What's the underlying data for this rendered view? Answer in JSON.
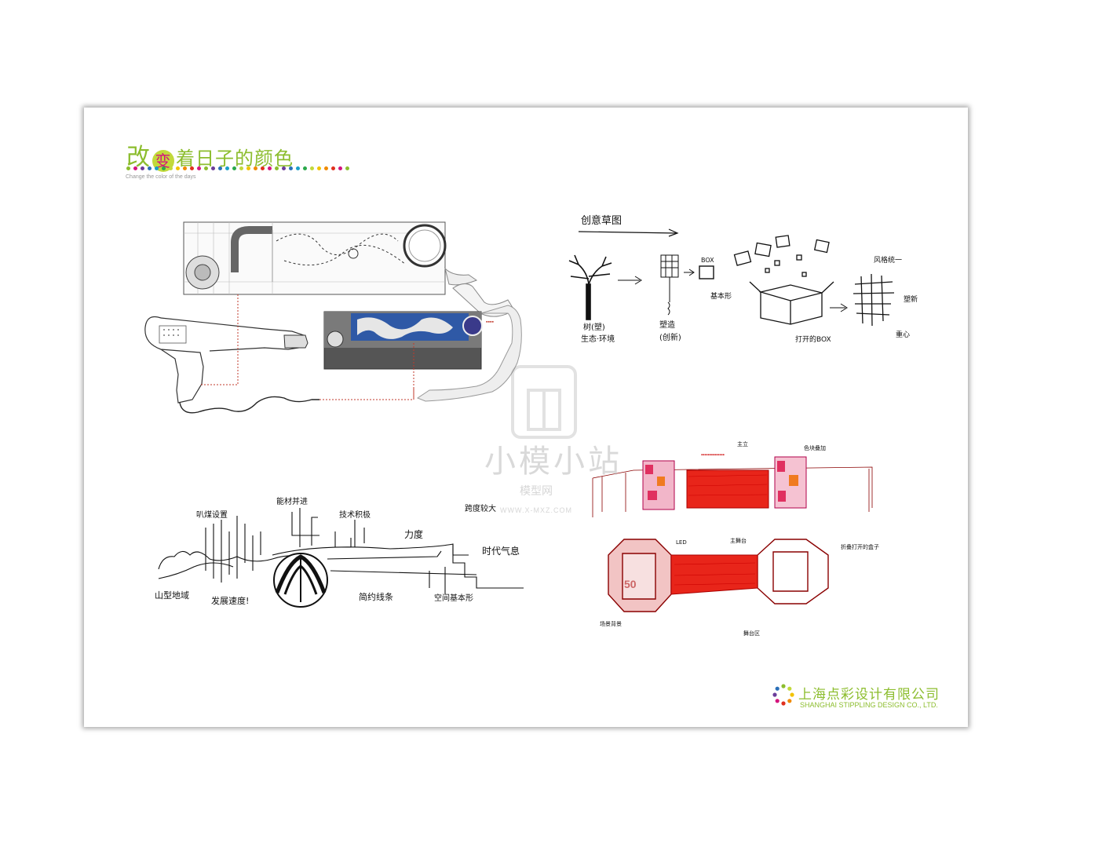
{
  "brand": {
    "title_first": "改",
    "title_ring": "变",
    "title_rest": "着日子的颜色",
    "subtitle": "Change the color of the days",
    "dot_colors": [
      "#8cbd2e",
      "#d4147c",
      "#6a3d9a",
      "#2a6fb8",
      "#19a0c8",
      "#2aa84a",
      "#c2d93b",
      "#f2c300",
      "#f08a00",
      "#e0301e",
      "#d4147c",
      "#8cbd2e",
      "#6a3d9a",
      "#2a6fb8",
      "#19a0c8",
      "#2aa84a",
      "#c2d93b",
      "#f2c300",
      "#f08a00",
      "#e0301e",
      "#d4147c",
      "#8cbd2e",
      "#6a3d9a",
      "#2a6fb8",
      "#19a0c8",
      "#2aa84a",
      "#c2d93b",
      "#f2c300",
      "#f08a00",
      "#e0301e",
      "#d4147c",
      "#8cbd2e"
    ]
  },
  "company": {
    "name_cn": "上海点彩设计有限公司",
    "name_en": "SHANGHAI STIPPLING DESIGN CO., LTD."
  },
  "concept_sketch": {
    "heading": "创意草图",
    "tree_label": "树(塑)",
    "tree_sub": "生态·环境",
    "shape_label": "塑造",
    "shape_sub": "(创新)",
    "box_label": "BOX",
    "basic_form": "基本形",
    "open_box": "打开的BOX",
    "style_unify": "风格统一",
    "new_form": "塑新",
    "center": "重心"
  },
  "line_sketch": {
    "label_1": "叭煤设置",
    "label_2": "能材并进",
    "label_3": "技术积极",
    "label_4": "跨度较大",
    "label_5": "力度",
    "label_6": "时代气息",
    "label_7": "山型地域",
    "label_8": "发展速度!",
    "label_9": "简约线条",
    "label_10": "空间基本形"
  },
  "elevation_sketch": {
    "top_label_1": "主立",
    "top_label_2": "色块叠加",
    "plan_label_1": "LED",
    "plan_label_2": "主舞台",
    "plan_label_3": "折叠打开的盒子",
    "plan_label_4": "场景背景",
    "plan_label_5": "舞台区"
  },
  "watermark": {
    "text_cn": "小模小站",
    "text_sub": "模型网",
    "url": "WWW.X-MXZ.COM"
  }
}
